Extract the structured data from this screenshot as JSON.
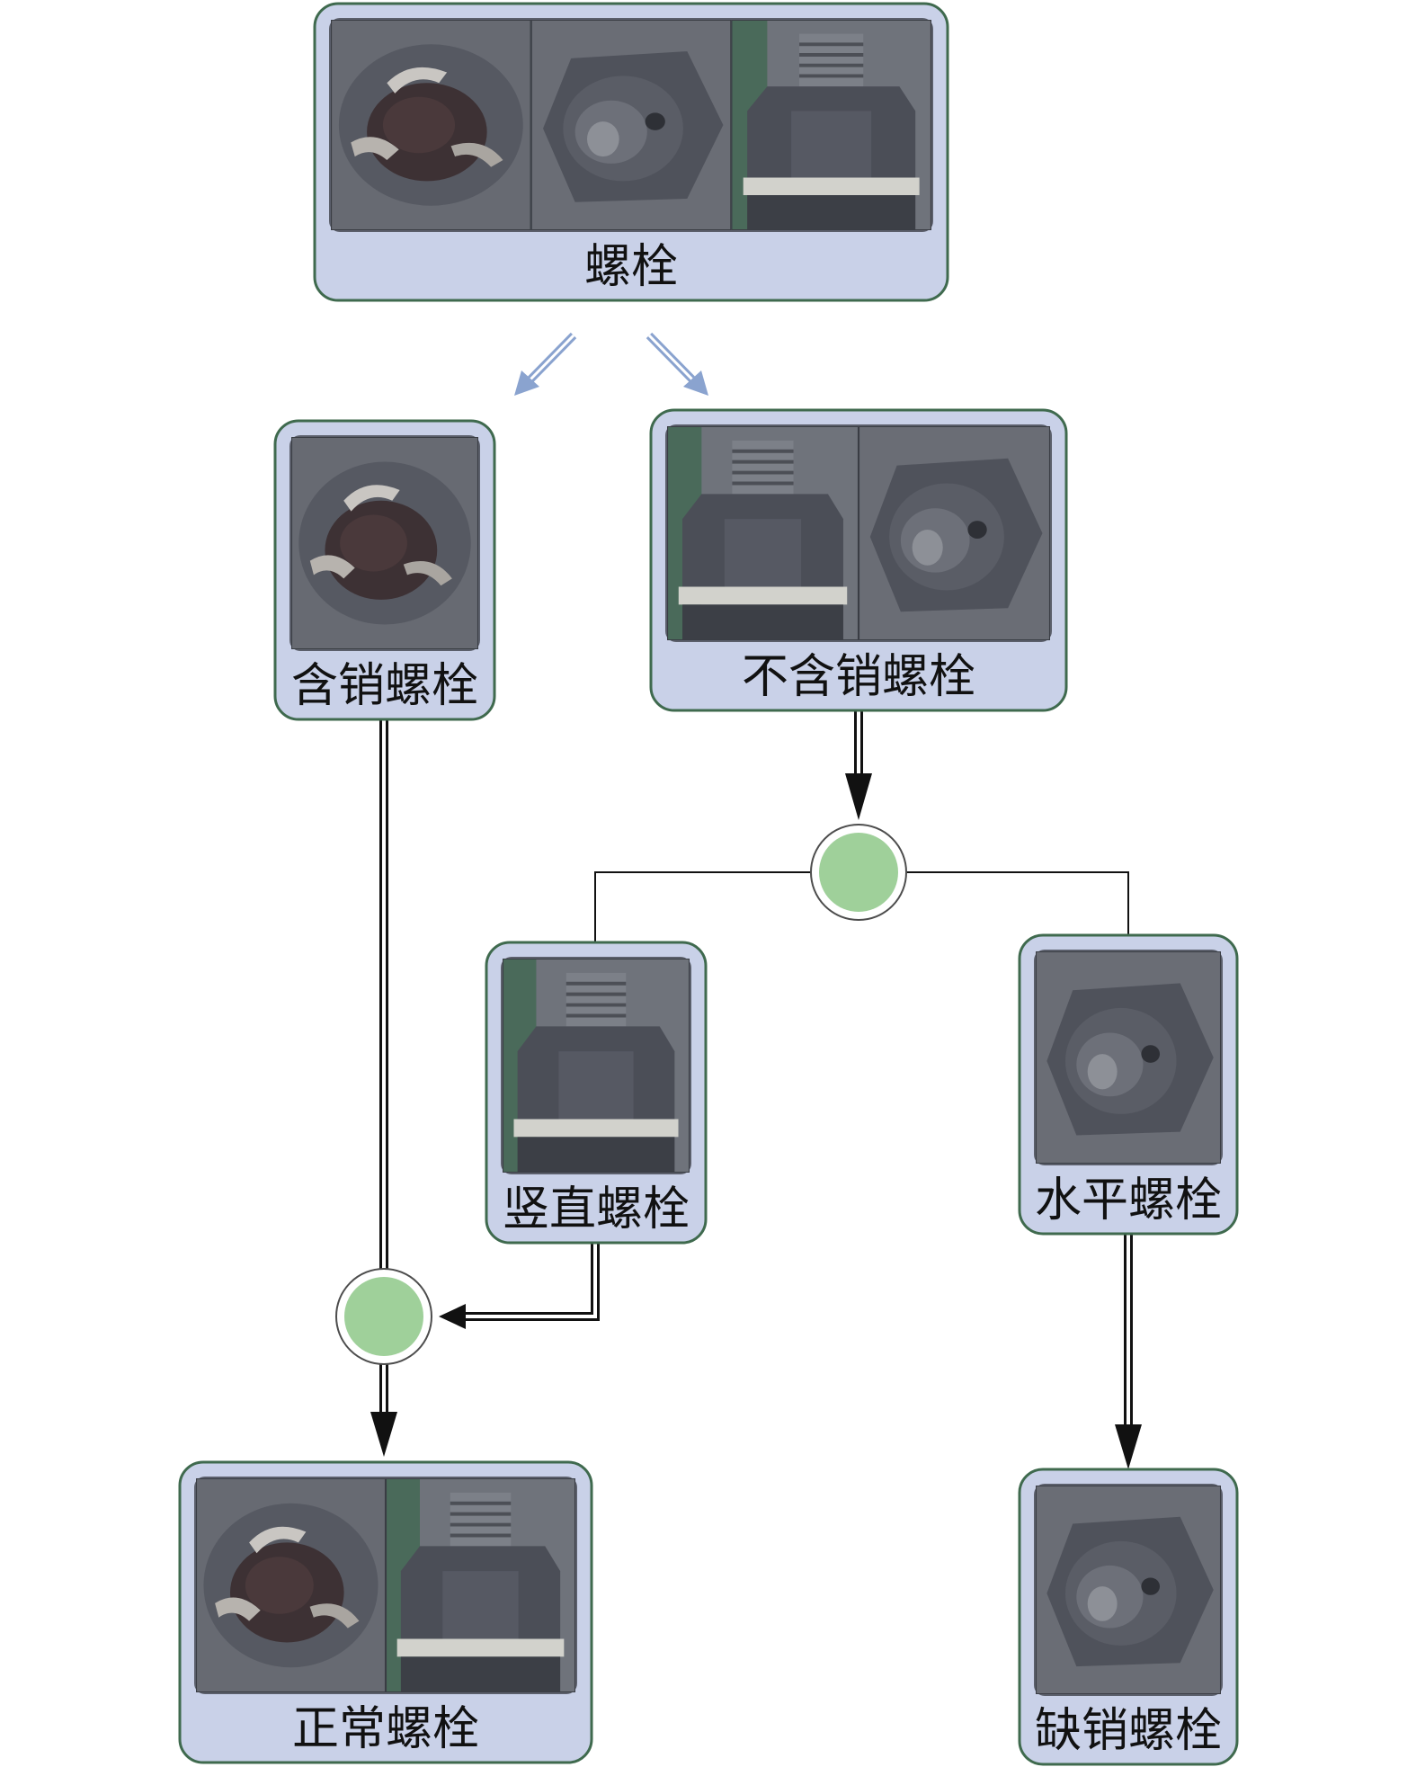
{
  "colors": {
    "card_fill": "#c9d1e8",
    "card_border": "#3f6a4e",
    "photo_bg": "#5b5f6b",
    "node_fill": "#9fd09a",
    "node_ring": "#4d4d4d",
    "arrow_light": "#8aa3cf",
    "line": "#111111"
  },
  "nodes": {
    "bolt": {
      "label": "螺栓",
      "photos": [
        "pin-bolt-photo",
        "horizontal-bolt-photo",
        "vertical-bolt-photo"
      ]
    },
    "with_pin": {
      "label": "含销螺栓",
      "photos": [
        "pin-bolt-photo"
      ]
    },
    "without_pin": {
      "label": "不含销螺栓",
      "photos": [
        "vertical-bolt-photo",
        "horizontal-bolt-photo"
      ]
    },
    "vertical": {
      "label": "竖直螺栓",
      "photos": [
        "vertical-bolt-photo"
      ]
    },
    "horizontal": {
      "label": "水平螺栓",
      "photos": [
        "horizontal-bolt-photo"
      ]
    },
    "normal": {
      "label": "正常螺栓",
      "photos": [
        "pin-bolt-photo",
        "vertical-bolt-photo"
      ]
    },
    "missing_pin": {
      "label": "缺销螺栓",
      "photos": [
        "horizontal-bolt-photo"
      ]
    }
  }
}
